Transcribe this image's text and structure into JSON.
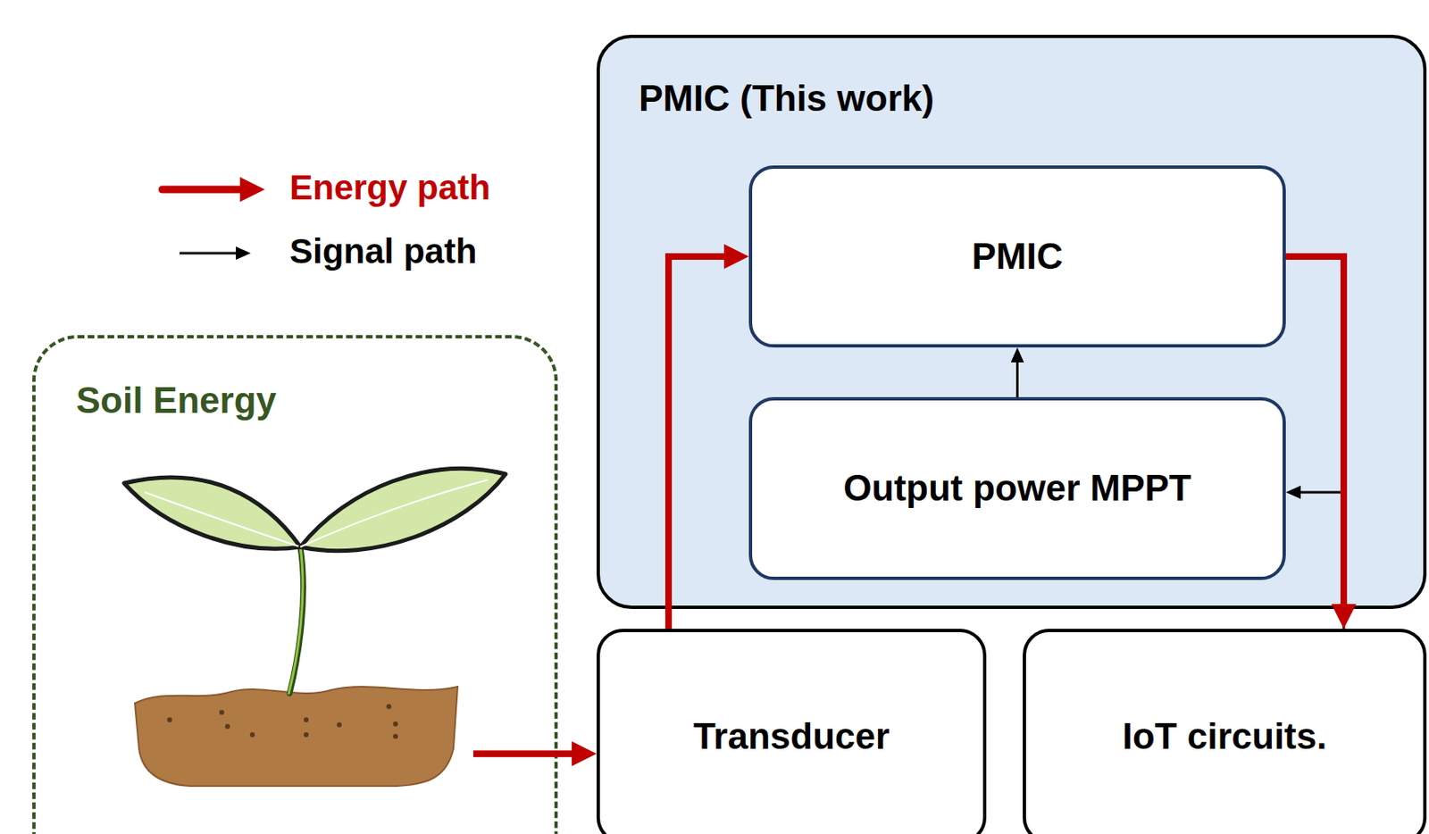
{
  "diagram": {
    "nodes": [
      {
        "text": [
          "PMIC (This work)"
        ]
      },
      {
        "text": [
          "PMIC"
        ],
        "in": 0
      },
      {
        "text": [
          "Output power MPPT"
        ],
        "in": 0
      },
      {
        "text": [
          "Soil Energy"
        ]
      },
      {
        "text": [
          "Transducer"
        ]
      },
      {
        "text": [
          "IoT circuits."
        ]
      }
    ],
    "edges": [
      {
        "from": 3,
        "to": 4,
        "arrow": "to"
      },
      {
        "from": 4,
        "to": 1,
        "arrow": "to"
      },
      {
        "from": 1,
        "to": 5,
        "arrow": "to"
      },
      {
        "from": 2,
        "to": 1,
        "arrow": "to"
      },
      {
        "from": 5,
        "to": 2,
        "arrow": "to"
      }
    ],
    "legend": [
      {
        "text": "Energy path"
      },
      {
        "text": "Signal path"
      }
    ]
  }
}
